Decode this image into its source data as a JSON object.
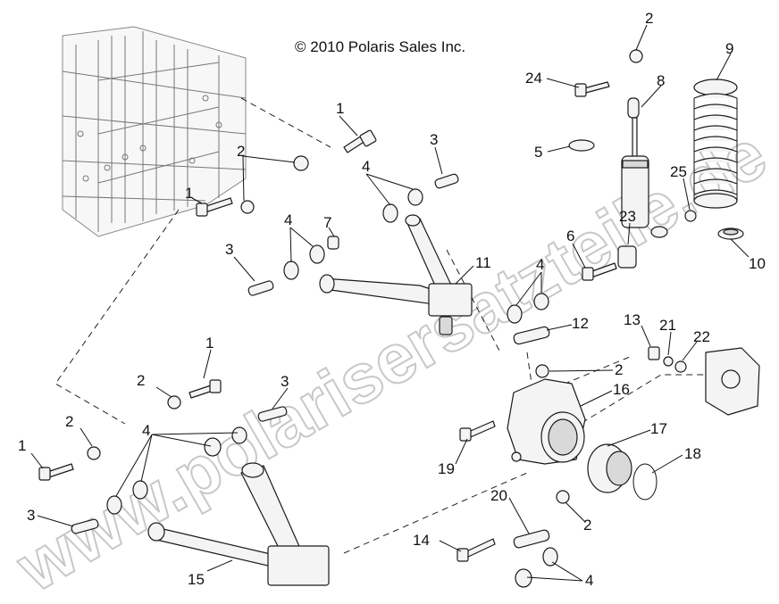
{
  "copyright": "© 2010 Polaris Sales Inc.",
  "watermark": "www.polarisersatzteile.de",
  "callouts": [
    {
      "id": "c2a",
      "label": "2"
    },
    {
      "id": "c9",
      "label": "9"
    },
    {
      "id": "c24",
      "label": "24"
    },
    {
      "id": "c8",
      "label": "8"
    },
    {
      "id": "c1a",
      "label": "1"
    },
    {
      "id": "c3a",
      "label": "3"
    },
    {
      "id": "c2b",
      "label": "2"
    },
    {
      "id": "c4a",
      "label": "4"
    },
    {
      "id": "c5",
      "label": "5"
    },
    {
      "id": "c25",
      "label": "25"
    },
    {
      "id": "c1b",
      "label": "1"
    },
    {
      "id": "c4b",
      "label": "4"
    },
    {
      "id": "c7",
      "label": "7"
    },
    {
      "id": "c23",
      "label": "23"
    },
    {
      "id": "c6",
      "label": "6"
    },
    {
      "id": "c10",
      "label": "10"
    },
    {
      "id": "c3b",
      "label": "3"
    },
    {
      "id": "c11",
      "label": "11"
    },
    {
      "id": "c4c",
      "label": "4"
    },
    {
      "id": "c12",
      "label": "12"
    },
    {
      "id": "c13",
      "label": "13"
    },
    {
      "id": "c21",
      "label": "21"
    },
    {
      "id": "c22",
      "label": "22"
    },
    {
      "id": "c1c",
      "label": "1"
    },
    {
      "id": "c2c",
      "label": "2"
    },
    {
      "id": "c3c",
      "label": "3"
    },
    {
      "id": "c2d",
      "label": "2"
    },
    {
      "id": "c16",
      "label": "16"
    },
    {
      "id": "c2e",
      "label": "2"
    },
    {
      "id": "c4d",
      "label": "4"
    },
    {
      "id": "c17",
      "label": "17"
    },
    {
      "id": "c1d",
      "label": "1"
    },
    {
      "id": "c18",
      "label": "18"
    },
    {
      "id": "c19",
      "label": "19"
    },
    {
      "id": "c20",
      "label": "20"
    },
    {
      "id": "c3d",
      "label": "3"
    },
    {
      "id": "c2f",
      "label": "2"
    },
    {
      "id": "c14",
      "label": "14"
    },
    {
      "id": "c15",
      "label": "15"
    },
    {
      "id": "c4e",
      "label": "4"
    }
  ]
}
